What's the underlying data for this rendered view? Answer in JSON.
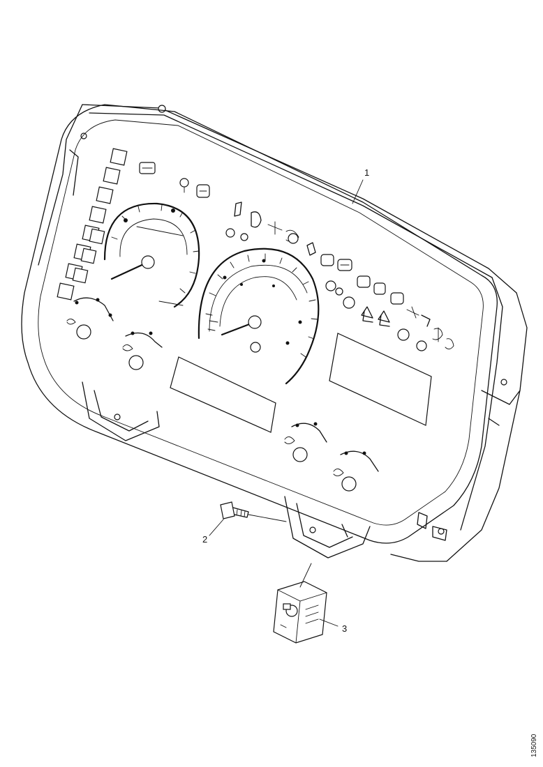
{
  "callouts": [
    {
      "id": "1",
      "label": "1"
    },
    {
      "id": "2",
      "label": "2"
    },
    {
      "id": "3",
      "label": "3"
    }
  ],
  "drawing_code": "135090",
  "colors": {
    "line": "#111111",
    "background": "#ffffff"
  },
  "icons": [
    "speedometer-icon",
    "tachometer-icon",
    "warning-lamp-icon",
    "lcd-display-icon",
    "gauge-icon",
    "screw-icon",
    "connector-icon"
  ]
}
